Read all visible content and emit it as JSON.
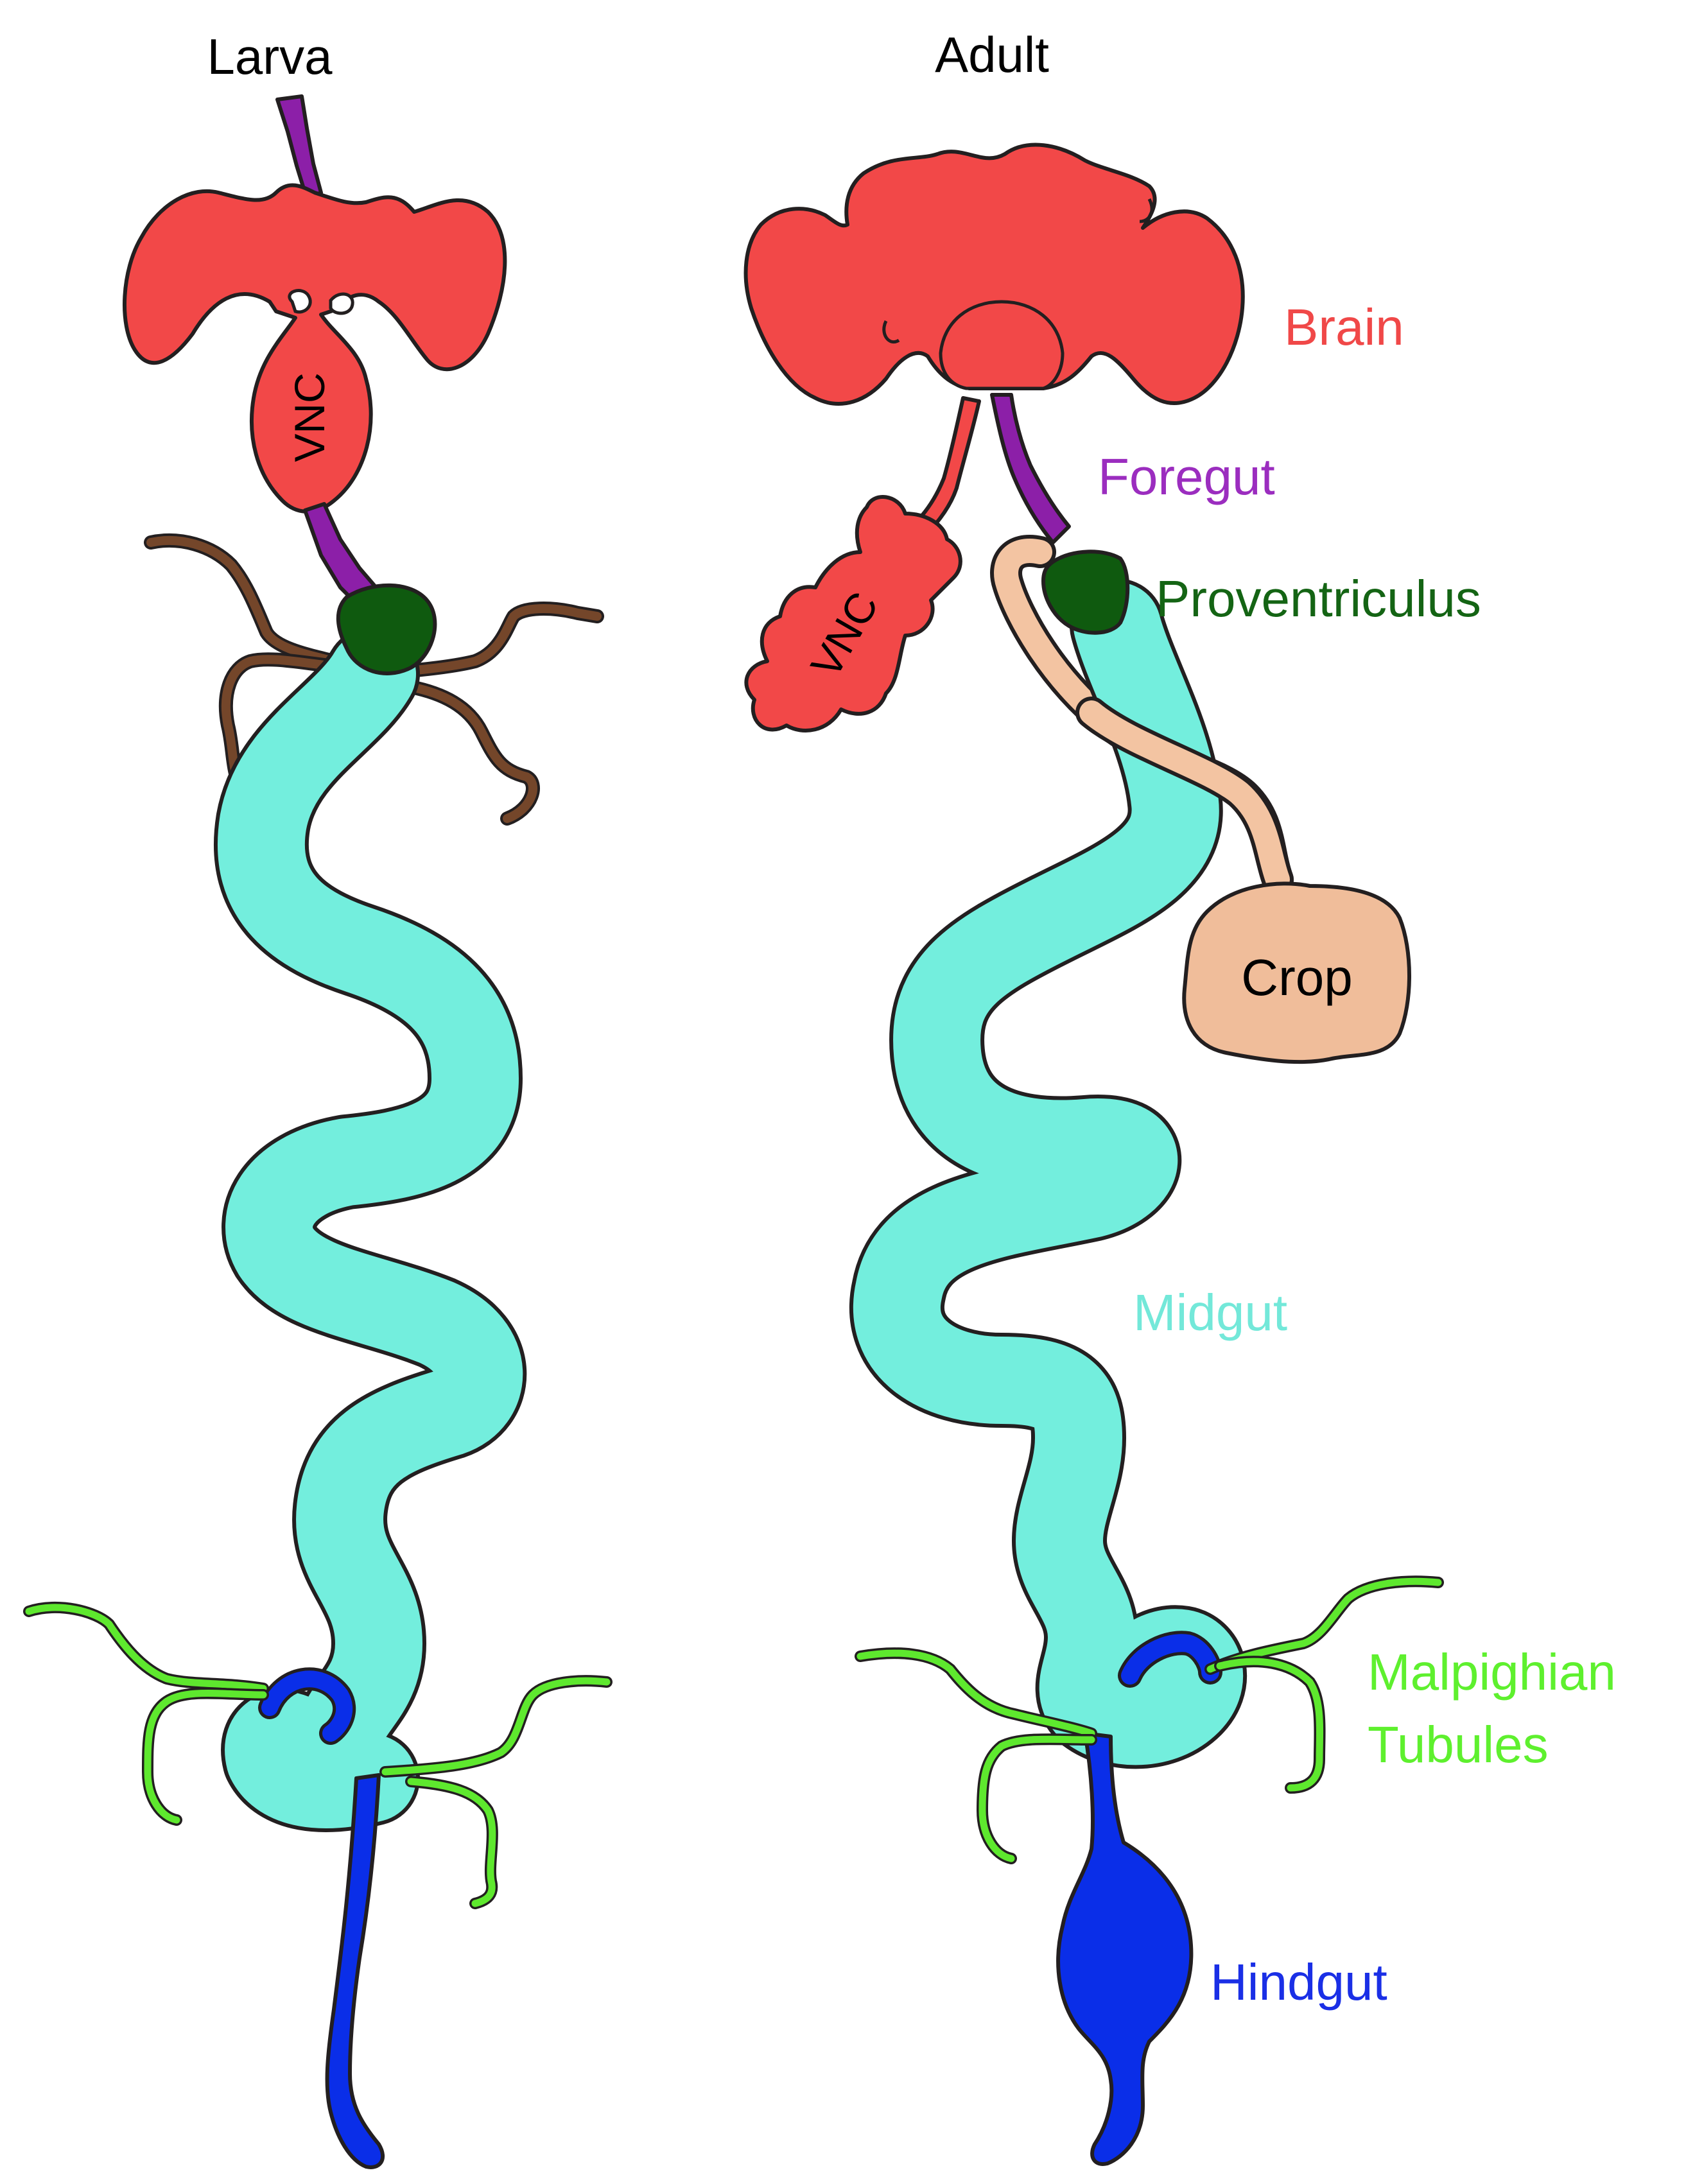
{
  "titles": {
    "larva": "Larva",
    "adult": "Adult"
  },
  "labels": {
    "vnc_larva": "VNC",
    "vnc_adult": "VNC",
    "brain": "Brain",
    "foregut": "Foregut",
    "proventriculus": "Proventriculus",
    "crop": "Crop",
    "midgut": "Midgut",
    "malpighian_line1": "Malpighian",
    "malpighian_line2": "Tubules",
    "hindgut": "Hindgut"
  },
  "colors": {
    "brain": "#f24848",
    "foregut": "#8c1fa8",
    "proventriculus": "#0f5a0f",
    "crop": "#f0bd9a",
    "crop_duct": "#f3c4a2",
    "midgut": "#73eedd",
    "malpighian": "#5ee82e",
    "hindgut": "#0a2ee8",
    "trachea": "#74462a",
    "outline": "#231f20",
    "brain_label": "#f04848",
    "foregut_label": "#9b2dbf",
    "proventriculus_label": "#146414",
    "midgut_label": "#73e8d9",
    "malpighian_label": "#5ef02e",
    "hindgut_label": "#1a2fe6"
  }
}
